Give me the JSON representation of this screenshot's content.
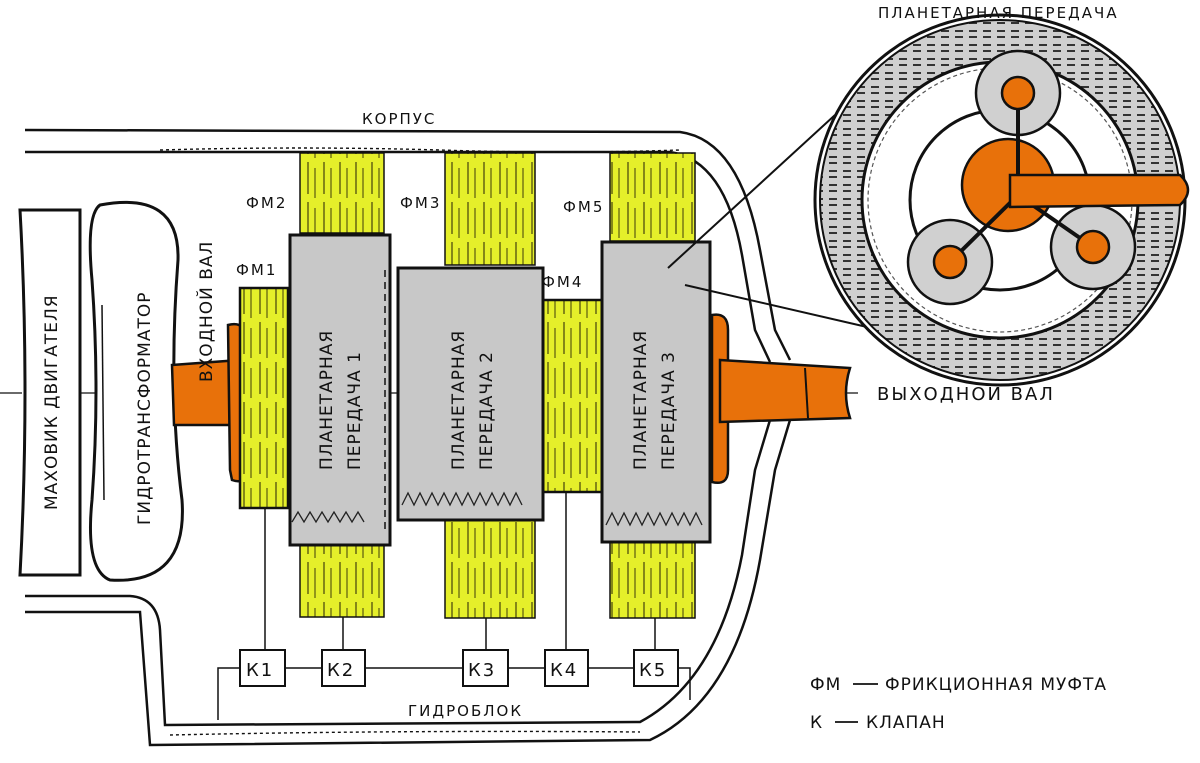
{
  "title": "ПЛАНЕТАРНАЯ ПЕРЕДАЧА",
  "labels": {
    "housing": "КОРПУС",
    "flywheel": "МАХОВИК ДВИГАТЕЛЯ",
    "torque_converter": "ГИДРОТРАНСФОРМАТОР",
    "input_shaft": "ВХОДНОЙ ВАЛ",
    "output_shaft": "ВЫХОДНОЙ ВАЛ",
    "hydro_block": "ГИДРОБЛОК"
  },
  "planetary_gears": [
    {
      "line1": "ПЛАНЕТАРНАЯ",
      "line2": "ПЕРЕДАЧА 1"
    },
    {
      "line1": "ПЛАНЕТАРНАЯ",
      "line2": "ПЕРЕДАЧА 2"
    },
    {
      "line1": "ПЛАНЕТАРНАЯ",
      "line2": "ПЕРЕДАЧА 3"
    }
  ],
  "clutches": [
    "ФМ1",
    "ФМ2",
    "ФМ3",
    "ФМ4",
    "ФМ5"
  ],
  "valves": [
    "К1",
    "К2",
    "К3",
    "К4",
    "К5"
  ],
  "legend": [
    {
      "key": "ФМ",
      "desc": "ФРИКЦИОННАЯ МУФТА"
    },
    {
      "key": "К",
      "desc": "КЛАПАН"
    }
  ],
  "colors": {
    "shaft": "#e8710a",
    "clutch": "#e5ef2a",
    "gear": "#c8c8c8",
    "outline": "#111111"
  }
}
